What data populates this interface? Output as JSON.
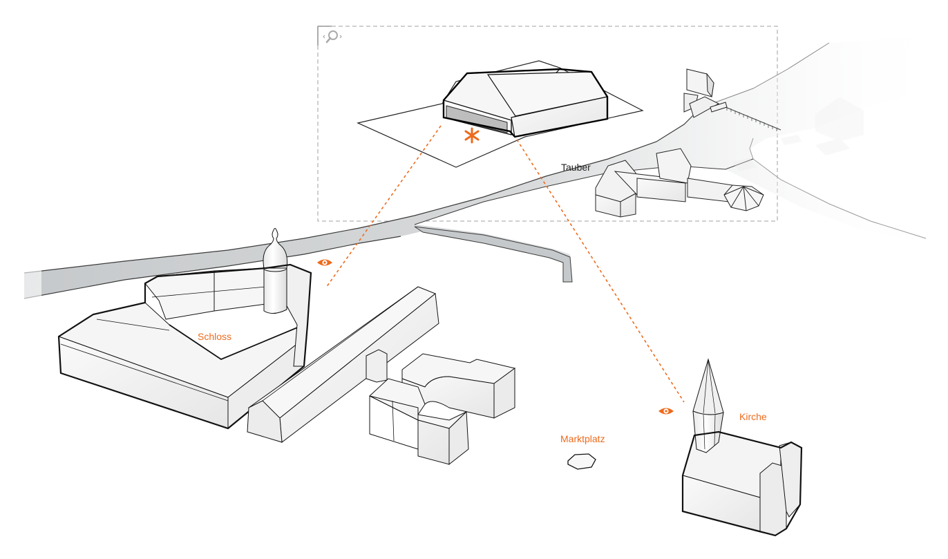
{
  "colors": {
    "accent": "#ee6a1c",
    "river": "#c6c9cb",
    "river_edge": "#3a3a3a",
    "building_face": "#f4f4f4",
    "building_shade": "#e4e4e4",
    "frame": "#b5b5b5",
    "text_dark": "#222222"
  },
  "frame": {
    "icon": "zoom-magnifier-icon"
  },
  "labels": {
    "river": "Tauber",
    "castle": "Schloss",
    "market": "Marktplatz",
    "church": "Kirche"
  },
  "markers": {
    "site": {
      "icon": "asterisk-icon",
      "glyph": "✱"
    },
    "viewpoints": [
      {
        "name": "viewpoint-schloss",
        "icon": "eye-icon"
      },
      {
        "name": "viewpoint-kirche",
        "icon": "eye-icon"
      }
    ]
  }
}
